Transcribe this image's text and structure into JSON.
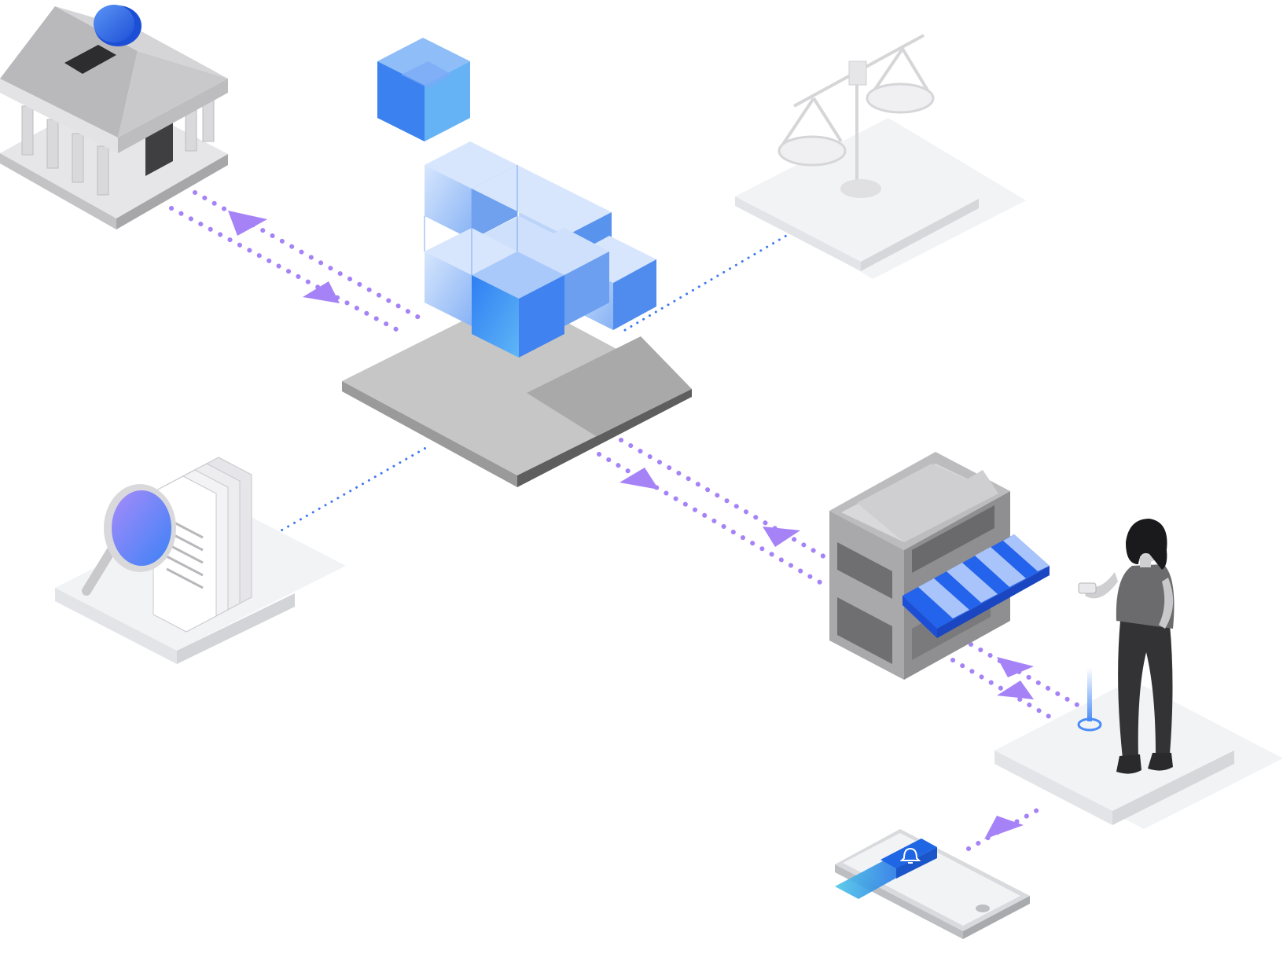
{
  "diagram": {
    "nodes": [
      {
        "id": "bank",
        "kind": "bank-with-coin"
      },
      {
        "id": "hub",
        "kind": "platform-with-cubes"
      },
      {
        "id": "justice",
        "kind": "scales-of-justice"
      },
      {
        "id": "audit",
        "kind": "documents-with-magnifier"
      },
      {
        "id": "store",
        "kind": "storefront-with-awning"
      },
      {
        "id": "customer",
        "kind": "person-with-phone"
      },
      {
        "id": "phone",
        "kind": "phone-with-notification"
      }
    ],
    "links": [
      {
        "from": "bank",
        "to": "hub",
        "style": "dashed-bidirectional"
      },
      {
        "from": "hub",
        "to": "justice",
        "style": "dotted"
      },
      {
        "from": "hub",
        "to": "audit",
        "style": "dotted"
      },
      {
        "from": "hub",
        "to": "store",
        "style": "dashed-bidirectional"
      },
      {
        "from": "store",
        "to": "customer",
        "style": "dashed-bidirectional"
      },
      {
        "from": "customer",
        "to": "phone",
        "style": "dashed-directed"
      }
    ]
  },
  "colors": {
    "flow": "#a583f7",
    "dotted": "#3f78f0",
    "cube_blue": "#4a8cf7",
    "cube_light": "#c5dbfb",
    "gray_light": "#e8e9ec",
    "gray_mid": "#c6c6c6",
    "gray_dark": "#8f8f8f",
    "awning_blue": "#2463eb",
    "notification_blue": "#1f66e5"
  },
  "icons": [
    "coin-icon",
    "bell-icon",
    "magnifier-icon",
    "scales-icon"
  ]
}
